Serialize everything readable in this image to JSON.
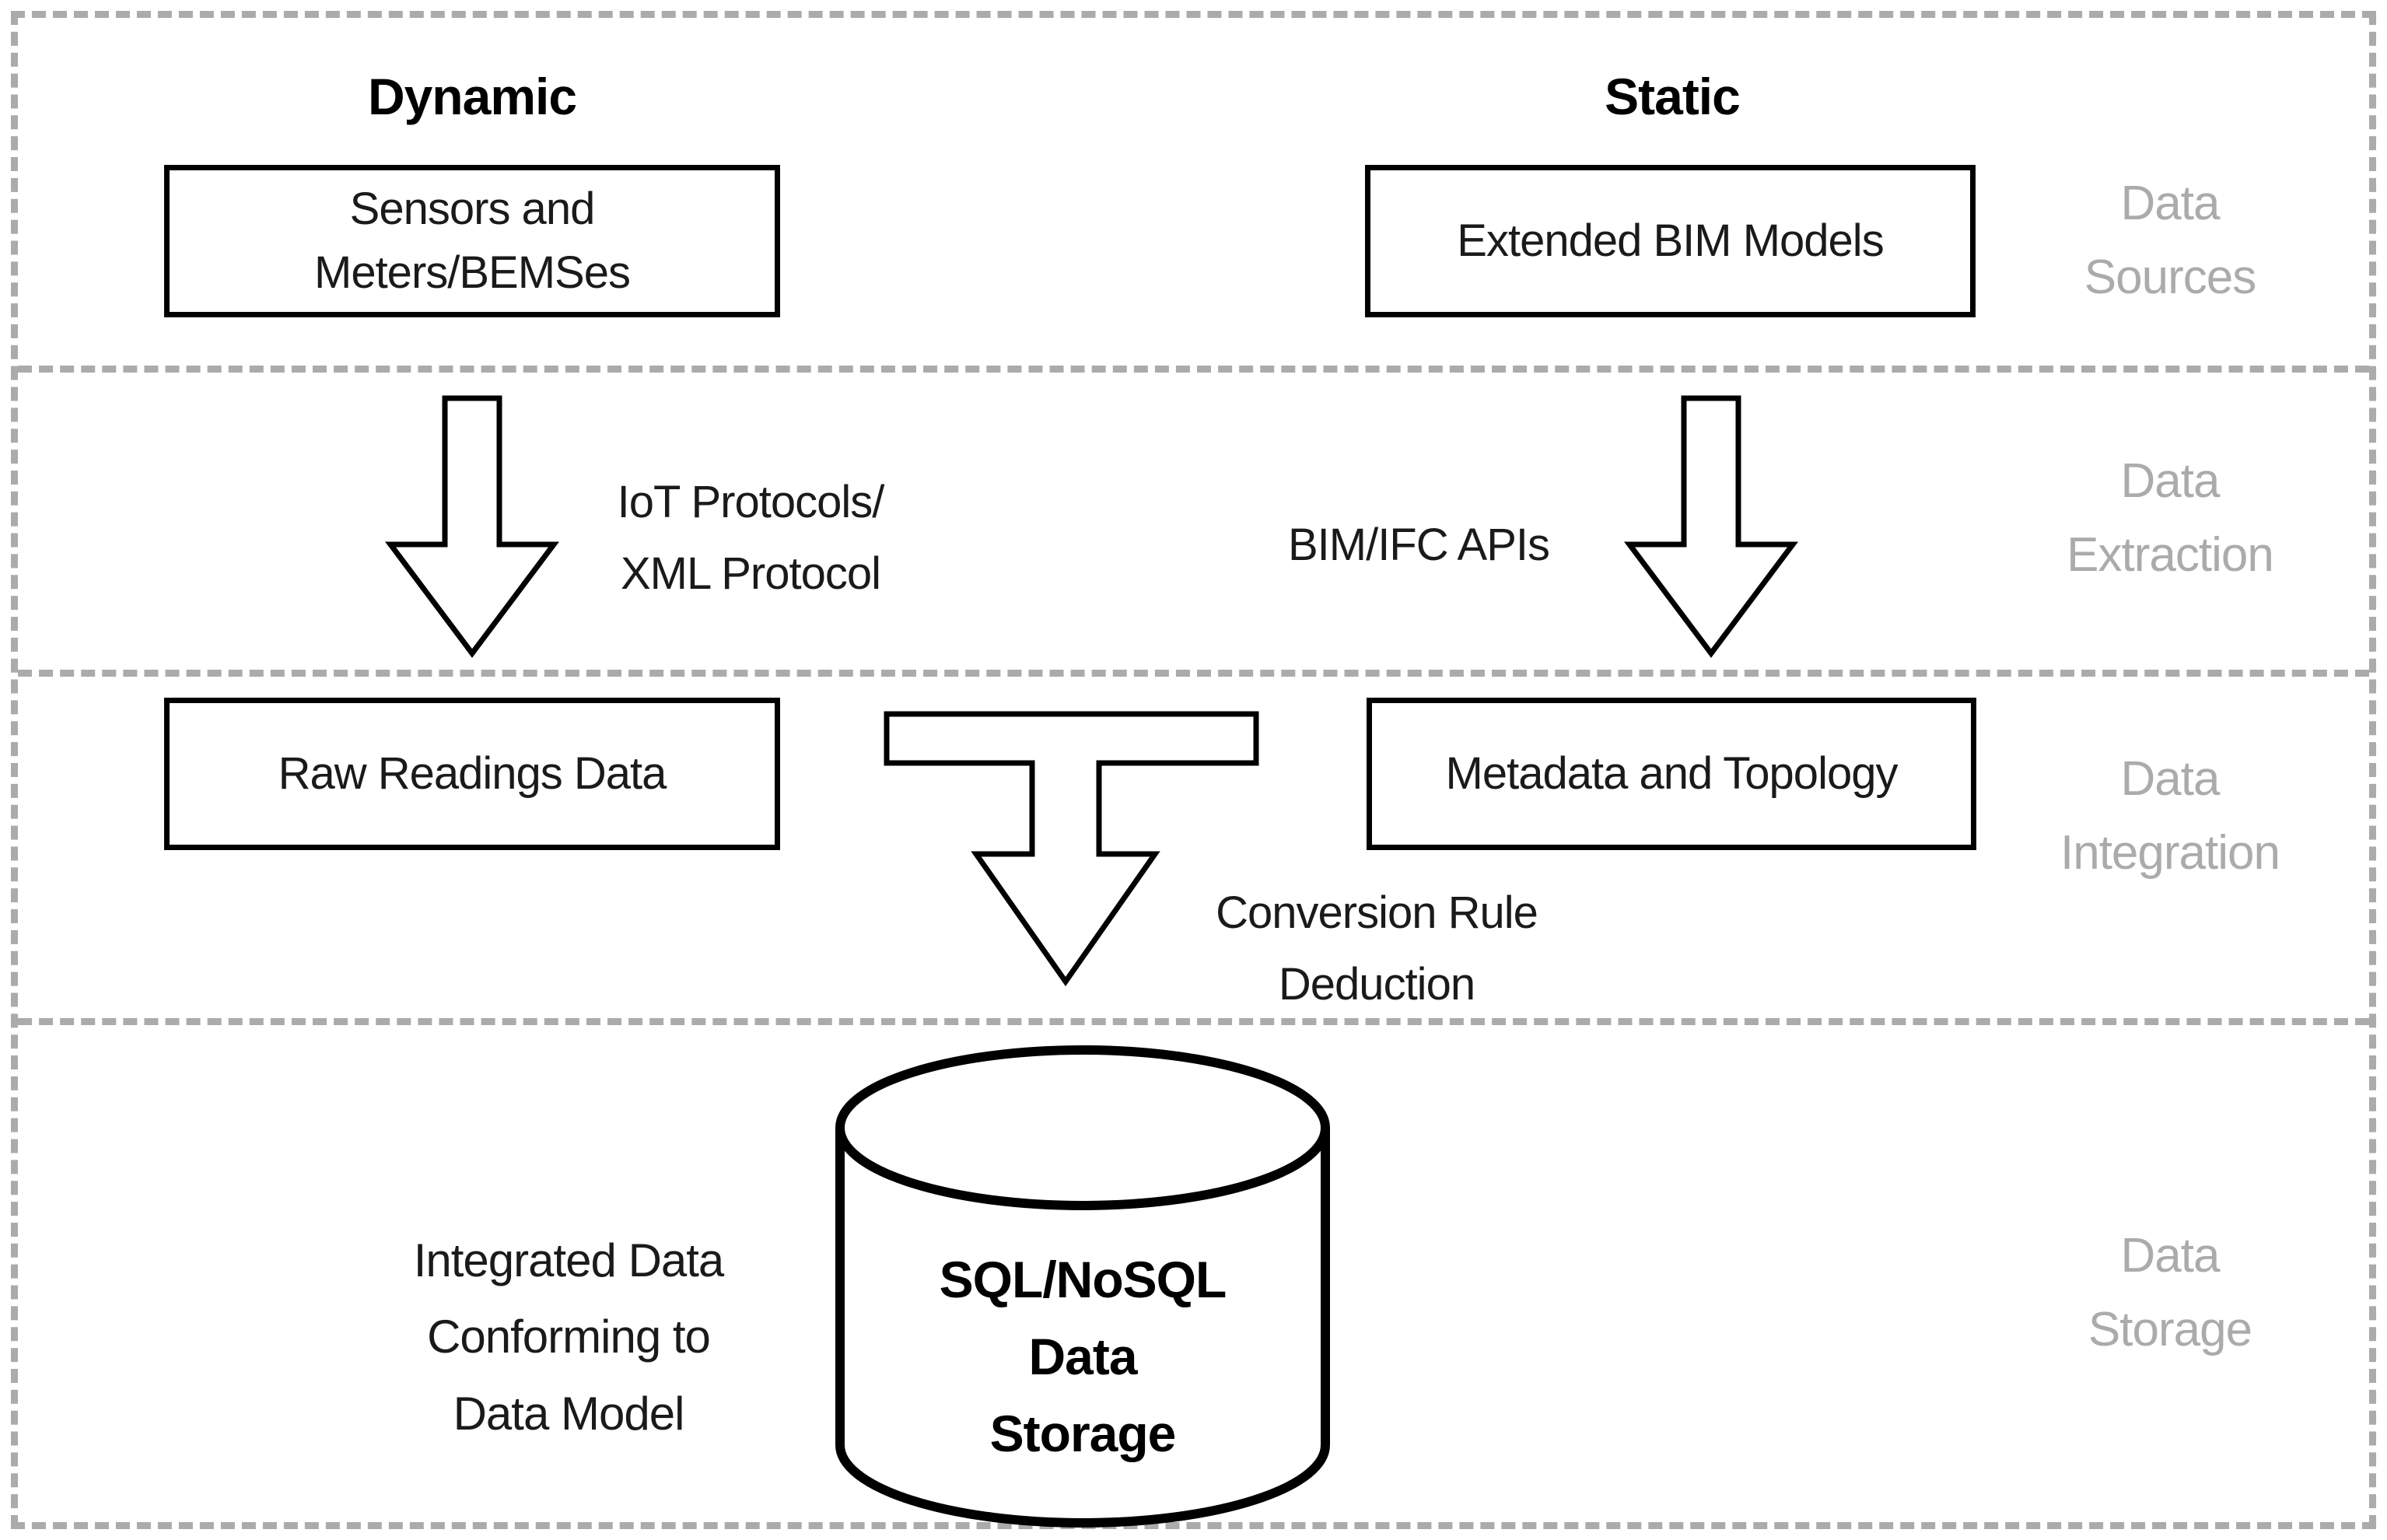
{
  "colors": {
    "background": "#ffffff",
    "outline_black": "#000000",
    "dashed_gray": "#ababab",
    "band_label_gray": "#ababab"
  },
  "columns": {
    "dynamic": "Dynamic",
    "static": "Static"
  },
  "band_labels": {
    "sources": {
      "line1": "Data",
      "line2": "Sources"
    },
    "extraction": {
      "line1": "Data",
      "line2": "Extraction"
    },
    "integration": {
      "line1": "Data",
      "line2": "Integration"
    },
    "storage": {
      "line1": "Data",
      "line2": "Storage"
    }
  },
  "nodes": {
    "sensors": {
      "line1": "Sensors and",
      "line2": "Meters/BEMSes"
    },
    "extended_bim": {
      "label": "Extended BIM Models"
    },
    "raw_readings": {
      "label": "Raw Readings Data"
    },
    "metadata_topology": {
      "label": "Metadata and Topology"
    },
    "storage_db": {
      "line1": "SQL/NoSQL",
      "line2": "Data",
      "line3": "Storage"
    }
  },
  "edge_labels": {
    "iot": {
      "line1": "IoT Protocols/",
      "line2": "XML Protocol"
    },
    "bim_ifc": {
      "label": "BIM/IFC APIs"
    },
    "conversion": {
      "line1": "Conversion Rule",
      "line2": "Deduction"
    }
  },
  "annotations": {
    "integrated": {
      "line1": "Integrated Data",
      "line2": "Conforming to",
      "line3": "Data Model"
    }
  },
  "icons": {
    "down_arrow": "down-arrow",
    "t_down_arrow": "t-shaped-down-arrow",
    "database_cylinder": "database-cylinder"
  }
}
